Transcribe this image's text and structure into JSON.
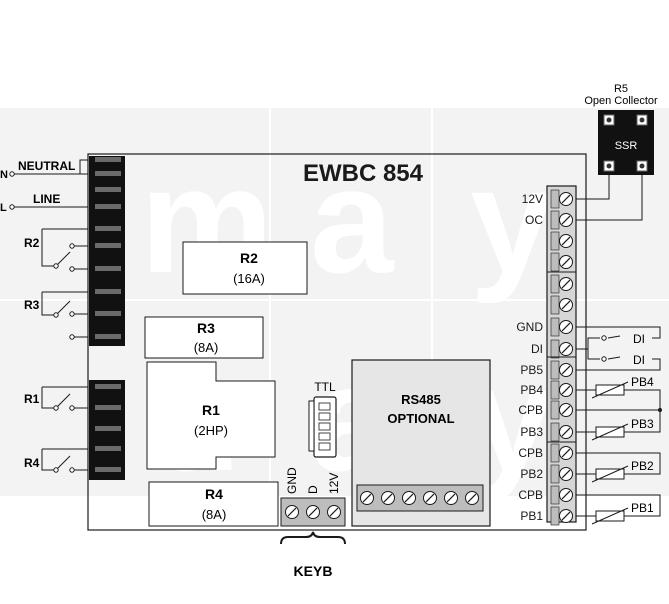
{
  "title": "EWBC 854",
  "ssr": {
    "ref": "R5",
    "subtitle": "Open Collector",
    "label": "SSR"
  },
  "left_terminals": [
    {
      "letter": "N",
      "name": "NEUTRAL"
    },
    {
      "letter": "L",
      "name": "LINE"
    }
  ],
  "relays": [
    {
      "id": "R2",
      "rating": "(16A)"
    },
    {
      "id": "R3",
      "rating": "(8A)"
    },
    {
      "id": "R1",
      "rating": "(2HP)"
    },
    {
      "id": "R4",
      "rating": "(8A)"
    }
  ],
  "left_relay_labels": [
    "R2",
    "R3",
    "R1",
    "R4"
  ],
  "ttl_label": "TTL",
  "rs485": {
    "line1": "RS485",
    "line2": "OPTIONAL"
  },
  "keyb": {
    "pins": [
      "GND",
      "D",
      "12V"
    ],
    "label": "KEYB"
  },
  "right_terminals": [
    "12V",
    "OC",
    "",
    "",
    "",
    "",
    "GND",
    "DI",
    "PB5",
    "PB4",
    "CPB",
    "PB3",
    "CPB",
    "PB2",
    "CPB",
    "PB1"
  ],
  "di_labels": [
    "DI",
    "DI"
  ],
  "probe_labels": [
    "PB4",
    "PB3",
    "PB2",
    "PB1"
  ],
  "watermark_rows": [
    [
      "m",
      "a",
      "y"
    ],
    [
      "u",
      "a",
      "y"
    ]
  ],
  "colors": {
    "line": "#1a1a1a",
    "module_fill": "#e6e6e6",
    "terminal_block": "#111111",
    "watermark": "#f3f3f3"
  }
}
